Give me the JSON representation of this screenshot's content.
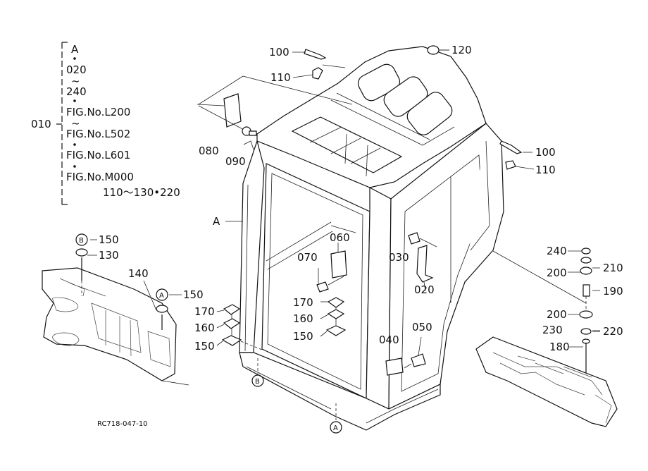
{
  "legend": {
    "ref": "010",
    "lines": [
      "A",
      "020",
      "~",
      "240",
      "FIG.No.L200",
      "~",
      "FIG.No.L502",
      "FIG.No.L601",
      "FIG.No.M000",
      "110～130•220"
    ]
  },
  "callouts": {
    "p100a": "100",
    "p110a": "110",
    "p120": "120",
    "p080": "080",
    "p090": "090",
    "p100b": "100",
    "p110b": "110",
    "pA": "A",
    "p060": "060",
    "p070": "070",
    "p030": "030",
    "p020": "020",
    "p170a": "170",
    "p160a": "160",
    "p150a": "150",
    "p170b": "170",
    "p160b": "160",
    "p150b": "150",
    "p040": "040",
    "p050": "050",
    "p240": "240",
    "p210": "210",
    "p200a": "200",
    "p190": "190",
    "p200b": "200",
    "p220": "220",
    "p230": "230",
    "p180": "180",
    "pB_150": "150",
    "p130": "130",
    "p140": "140",
    "pA_150": "150"
  },
  "markers": {
    "B": "B",
    "A": "A"
  },
  "footer": {
    "code": "RC718-047-10"
  }
}
